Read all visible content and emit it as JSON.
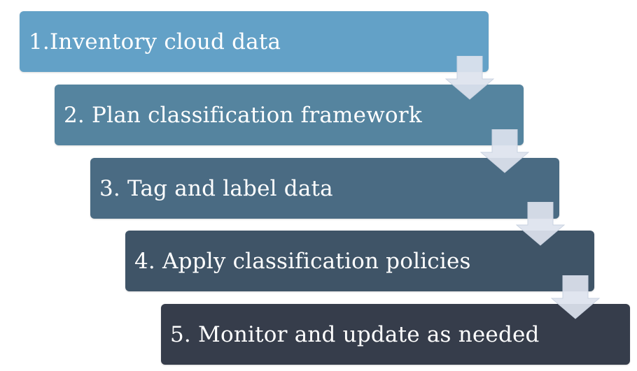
{
  "steps": [
    {
      "label": "1.Inventory cloud data",
      "color": "#63a1c7"
    },
    {
      "label": "2. Plan classification framework",
      "color": "#55849f"
    },
    {
      "label": "3. Tag and label data",
      "color": "#4a6b83"
    },
    {
      "label": "4. Apply classification policies",
      "color": "#3f5467"
    },
    {
      "label": "5. Monitor and update as needed",
      "color": "#363d4b"
    }
  ],
  "arrow_icon": "down-arrow-icon",
  "arrow_color": "#dde3ee"
}
